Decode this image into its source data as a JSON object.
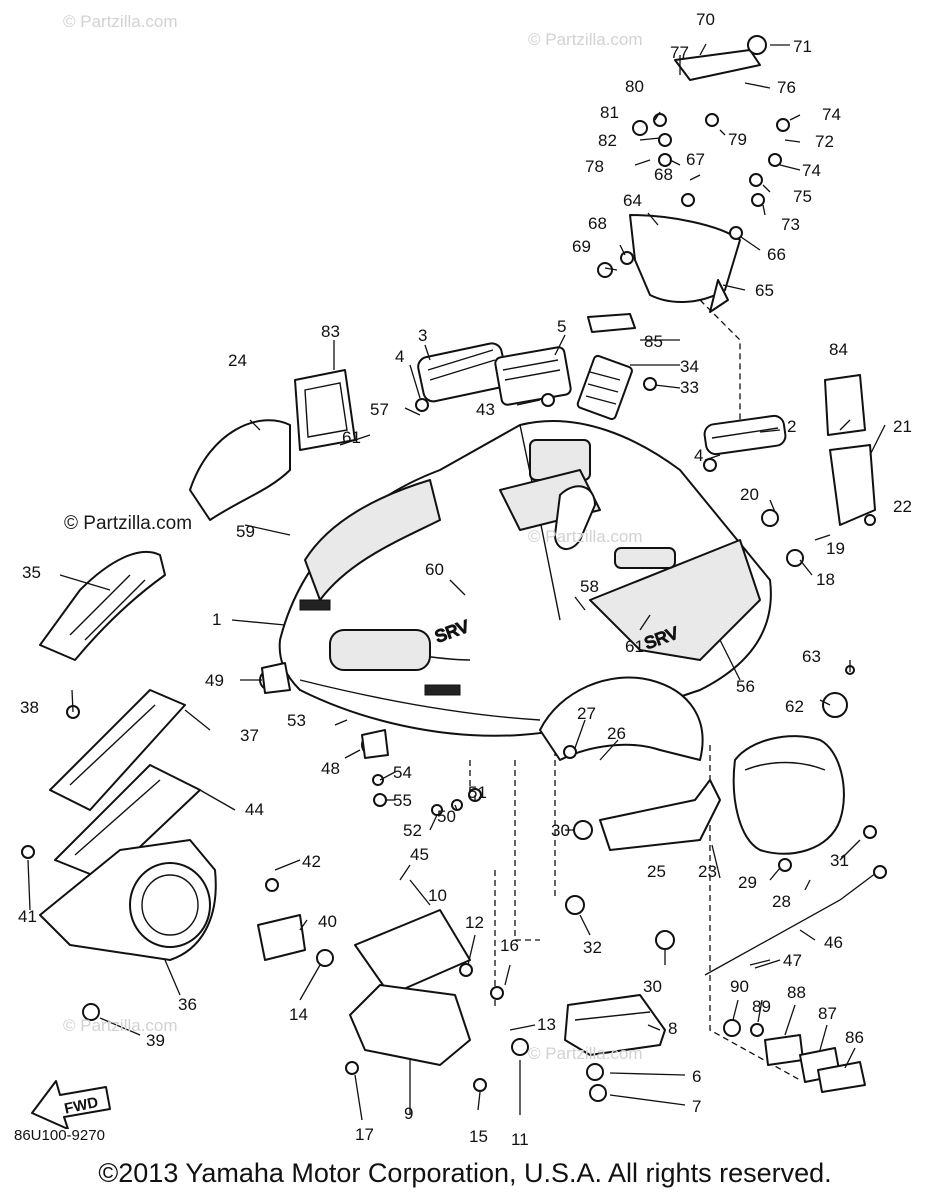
{
  "watermark": "© Partzilla.com",
  "document_code": "86U100-9270",
  "copyright": "©2013 Yamaha Motor Corporation, U.S.A. All rights reserved.",
  "direction_label": "FWD",
  "hood_logo": "SRV",
  "callouts": [
    "1",
    "2",
    "3",
    "4",
    "4",
    "5",
    "6",
    "7",
    "8",
    "9",
    "10",
    "11",
    "12",
    "13",
    "14",
    "15",
    "16",
    "17",
    "18",
    "19",
    "20",
    "21",
    "22",
    "23",
    "24",
    "25",
    "26",
    "27",
    "28",
    "29",
    "30",
    "30",
    "31",
    "32",
    "33",
    "34",
    "35",
    "36",
    "37",
    "38",
    "39",
    "40",
    "41",
    "42",
    "43",
    "44",
    "45",
    "46",
    "47",
    "48",
    "49",
    "50",
    "51",
    "52",
    "53",
    "54",
    "55",
    "56",
    "57",
    "58",
    "59",
    "60",
    "61",
    "61",
    "62",
    "63",
    "64",
    "65",
    "66",
    "67",
    "68",
    "68",
    "69",
    "70",
    "71",
    "72",
    "73",
    "74",
    "74",
    "75",
    "76",
    "77",
    "78",
    "79",
    "80",
    "81",
    "82",
    "83",
    "84",
    "85",
    "86",
    "87",
    "88",
    "89",
    "90"
  ]
}
